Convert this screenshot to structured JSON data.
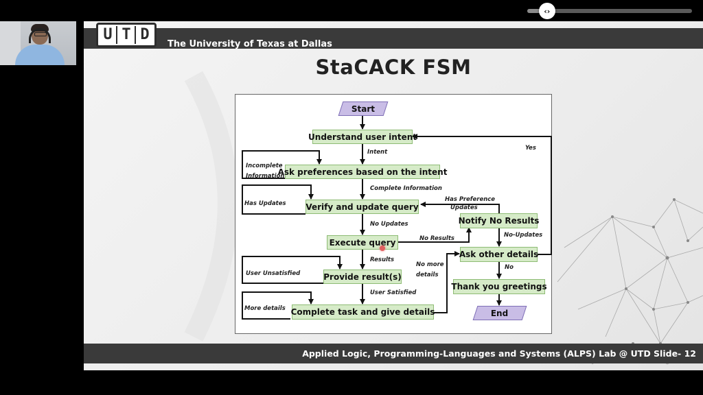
{
  "player": {
    "progress_fraction": 0.12,
    "knob_icon": "‹›"
  },
  "slide": {
    "logo_letters": [
      "U",
      "T",
      "D"
    ],
    "university_name": "The University of Texas at Dallas",
    "title": "StaCACK FSM",
    "footer": "Applied Logic, Programming-Languages and Systems (ALPS) Lab @ UTD  Slide- 12"
  },
  "diagram": {
    "terminals": {
      "start": "Start",
      "end": "End"
    },
    "nodes": {
      "understand": "Understand user intent",
      "ask_prefs": "Ask preferences based on the intent",
      "verify": "Verify and update query",
      "execute": "Execute query",
      "provide": "Provide result(s)",
      "complete": "Complete task and give details",
      "notify": "Notify No Results",
      "ask_other": "Ask other details",
      "thanks": "Thank you greetings"
    },
    "edge_labels": {
      "intent": "Intent",
      "incomplete_1": "Incomplete",
      "incomplete_2": "Information",
      "complete_info": "Complete Information",
      "has_updates": "Has Updates",
      "has_pref_1": "Has Preference",
      "has_pref_2": "Updates",
      "no_updates": "No Updates",
      "no_results": "No Results",
      "no_updates_dash": "No-Updates",
      "yes": "Yes",
      "results": "Results",
      "no_more_1": "No more",
      "no_more_2": "details",
      "no": "No",
      "user_unsatisfied": "User Unsatisfied",
      "user_satisfied": "User Satisfied",
      "more_details": "More details"
    }
  }
}
